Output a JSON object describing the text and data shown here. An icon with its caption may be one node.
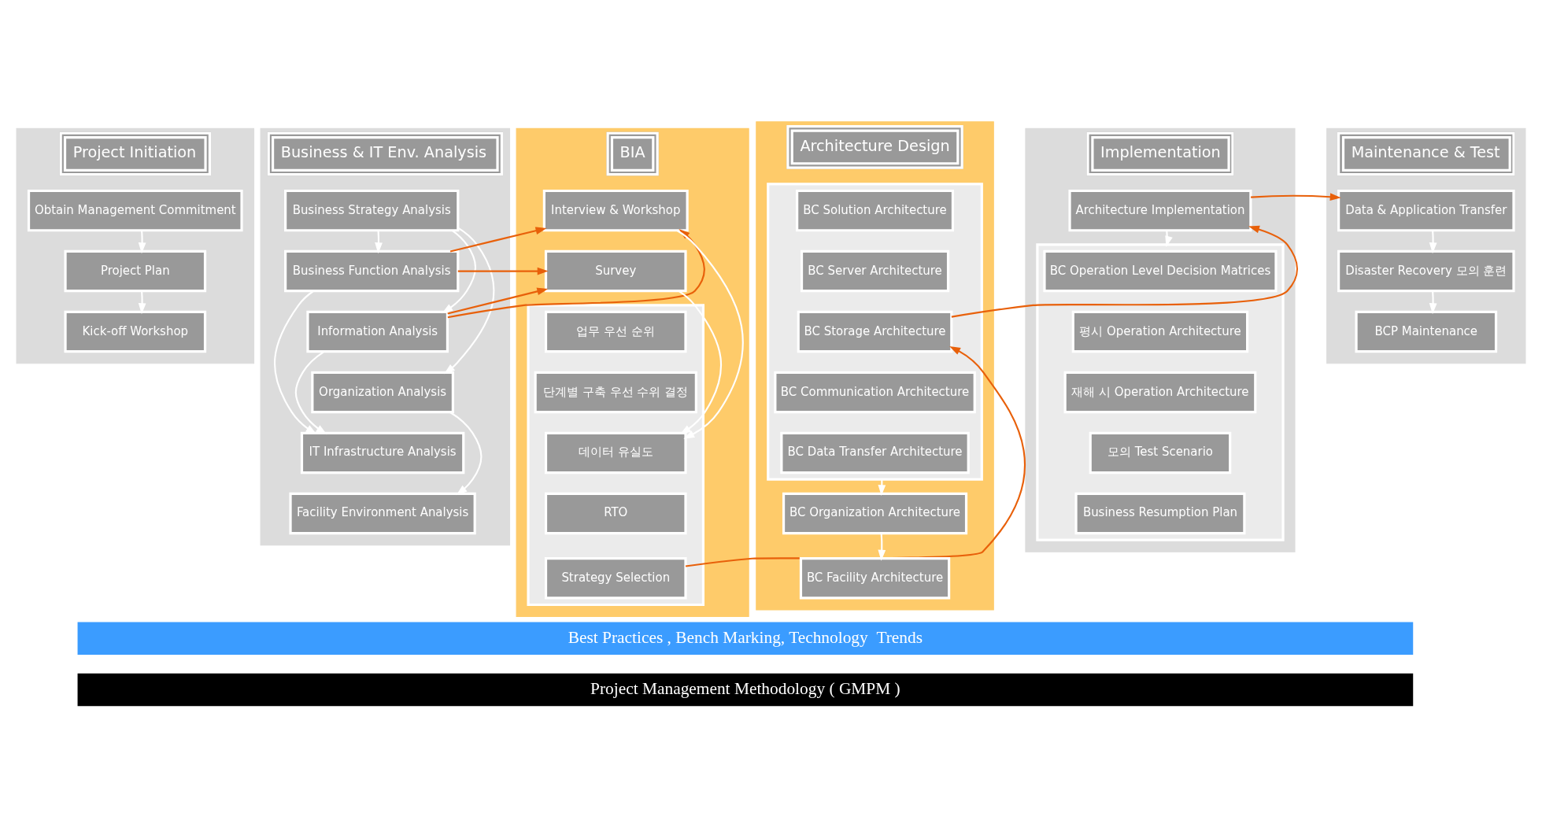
{
  "diagram": {
    "nodes": [
      {
        "text": [
          "Project Initiation"
        ]
      },
      {
        "text": [
          "Obtain Management Commitment"
        ],
        "in": 0
      },
      {
        "text": [
          "Project Plan"
        ],
        "in": 0
      },
      {
        "text": [
          "Kick-off Workshop"
        ],
        "in": 0
      },
      {
        "text": [
          "Business & IT Env. Analysis"
        ]
      },
      {
        "text": [
          "Business Strategy Analysis"
        ],
        "in": 4
      },
      {
        "text": [
          "Business Function Analysis"
        ],
        "in": 4
      },
      {
        "text": [
          "Information Analysis"
        ],
        "in": 4
      },
      {
        "text": [
          "Organization Analysis"
        ],
        "in": 4
      },
      {
        "text": [
          "IT Infrastructure Analysis"
        ],
        "in": 4
      },
      {
        "text": [
          "Facility Environment Analysis"
        ],
        "in": 4
      },
      {
        "text": [
          "BIA"
        ]
      },
      {
        "text": [
          "Interview & Workshop"
        ],
        "in": 11
      },
      {
        "text": [
          "Survey"
        ],
        "in": 11
      },
      {
        "text": [],
        "shape": "box",
        "in": 11
      },
      {
        "text": [
          "업무 우선 순위"
        ],
        "in": 14
      },
      {
        "text": [
          "단계별 구축 우선 수위 결정"
        ],
        "in": 14
      },
      {
        "text": [
          "데이터 유실도"
        ],
        "in": 14
      },
      {
        "text": [
          "RTO"
        ],
        "in": 14
      },
      {
        "text": [
          "Strategy Selection"
        ],
        "in": 14
      },
      {
        "text": [
          "Architecture Design"
        ]
      },
      {
        "text": [],
        "shape": "box",
        "in": 20
      },
      {
        "text": [
          "BC Solution Architecture"
        ],
        "in": 21
      },
      {
        "text": [
          "BC Server Architecture"
        ],
        "in": 21
      },
      {
        "text": [
          "BC Storage Architecture"
        ],
        "in": 21
      },
      {
        "text": [
          "BC Communication Architecture"
        ],
        "in": 21
      },
      {
        "text": [
          "BC Data Transfer Architecture"
        ],
        "in": 21
      },
      {
        "text": [
          "BC Organization Architecture"
        ],
        "in": 20
      },
      {
        "text": [
          "BC Facility Architecture"
        ],
        "in": 20
      },
      {
        "text": [
          "Implementation"
        ]
      },
      {
        "text": [
          "Architecture Implementation"
        ],
        "in": 29
      },
      {
        "text": [],
        "shape": "box",
        "in": 29
      },
      {
        "text": [
          "BC Operation Level Decision Matrices"
        ],
        "in": 31
      },
      {
        "text": [
          "평시 Operation Architecture"
        ],
        "in": 31
      },
      {
        "text": [
          "재해 시 Operation Architecture"
        ],
        "in": 31
      },
      {
        "text": [
          "모의 Test Scenario"
        ],
        "in": 31
      },
      {
        "text": [
          "Business Resumption Plan"
        ],
        "in": 31
      },
      {
        "text": [
          "Maintenance & Test"
        ]
      },
      {
        "text": [
          "Data & Application Transfer"
        ],
        "in": 37
      },
      {
        "text": [
          "Disaster Recovery 모의 훈련"
        ],
        "in": 37
      },
      {
        "text": [
          "BCP Maintenance"
        ],
        "in": 37
      },
      {
        "text": [
          "Best Practices , Bench Marking, Technology  Trends"
        ]
      },
      {
        "text": [
          "Project Management Methodology ( GMPM )"
        ]
      }
    ],
    "edges": [
      {
        "from": 1,
        "to": 2,
        "arrow": "to"
      },
      {
        "from": 2,
        "to": 3,
        "arrow": "to"
      },
      {
        "from": 5,
        "to": 6,
        "arrow": "to"
      },
      {
        "from": 5,
        "to": 7,
        "arrow": "to"
      },
      {
        "from": 5,
        "to": 8,
        "arrow": "to"
      },
      {
        "from": 6,
        "to": 9,
        "arrow": "to"
      },
      {
        "from": 7,
        "to": 9,
        "arrow": "to"
      },
      {
        "from": 8,
        "to": 10,
        "arrow": "to"
      },
      {
        "from": 6,
        "to": 12,
        "arrow": "to",
        "color": "#e8600a"
      },
      {
        "from": 6,
        "to": 13,
        "arrow": "to",
        "color": "#e8600a"
      },
      {
        "from": 7,
        "to": 12,
        "arrow": "to",
        "color": "#e8600a"
      },
      {
        "from": 7,
        "to": 13,
        "arrow": "to",
        "color": "#e8600a"
      },
      {
        "from": 12,
        "to": 17,
        "arrow": "to"
      },
      {
        "from": 13,
        "to": 17,
        "arrow": "to"
      },
      {
        "from": 19,
        "to": 24,
        "arrow": "to",
        "color": "#e8600a"
      },
      {
        "from": 21,
        "to": 27,
        "arrow": "to"
      },
      {
        "from": 27,
        "to": 28,
        "arrow": "to"
      },
      {
        "from": 24,
        "to": 30,
        "arrow": "to",
        "color": "#e8600a"
      },
      {
        "from": 30,
        "to": 31,
        "arrow": "to"
      },
      {
        "from": 30,
        "to": 38,
        "arrow": "to",
        "color": "#e8600a"
      },
      {
        "from": 38,
        "to": 39,
        "arrow": "to"
      },
      {
        "from": 39,
        "to": 40,
        "arrow": "to"
      }
    ]
  }
}
